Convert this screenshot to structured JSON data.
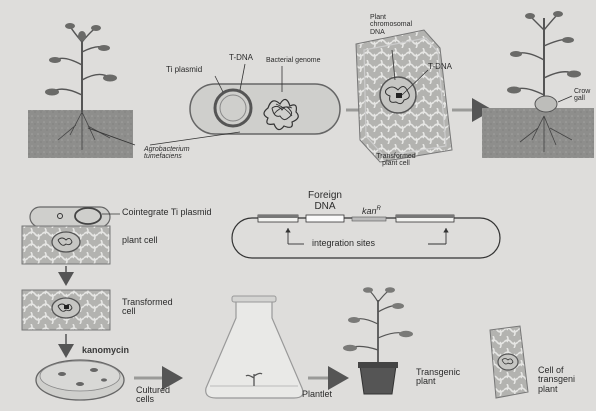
{
  "labels": {
    "ti_plasmid": "Ti plasmid",
    "t_dna_top": "T-DNA",
    "bacterial_genome": "Bacterial genome",
    "agro_line1": "Agrobacterium",
    "agro_line2": "tumefaciens",
    "plant_chrom_line1": "Plant",
    "plant_chrom_line2": "chromosomal",
    "plant_chrom_line3": "DNA",
    "t_dna_right": "T-DNA",
    "transformed_plant_cell_line1": "Transformed",
    "transformed_plant_cell_line2": "plant cell",
    "crown_gall_line1": "Crow",
    "crown_gall_line2": "gall",
    "cointegrate": "Cointegrate Ti plasmid",
    "plant_cell": "plant cell",
    "foreign_dna_line1": "Foreign",
    "foreign_dna_line2": "DNA",
    "kan_r": "kan",
    "kan_r_sup": "R",
    "integration_sites": "integration sites",
    "transformed_cell_line1": "Transformed",
    "transformed_cell_line2": "cell",
    "kanomycin": "kanomycin",
    "cultured_cells_line1": "Cultured",
    "cultured_cells_line2": "cells",
    "plantlet": "Plantlet",
    "transgenic_plant_line1": "Transgenic",
    "transgenic_plant_line2": "plant",
    "cell_of_transgenic_line1": "Cell of",
    "cell_of_transgenic_line2": "transgeni",
    "cell_of_transgenic_line3": "plant"
  },
  "colors": {
    "background": "#dedddb",
    "soil": "#8d8d8b",
    "cell_wall": "#a9a9a6",
    "line": "#3a3a3a",
    "arrow": "#9a9a98"
  }
}
